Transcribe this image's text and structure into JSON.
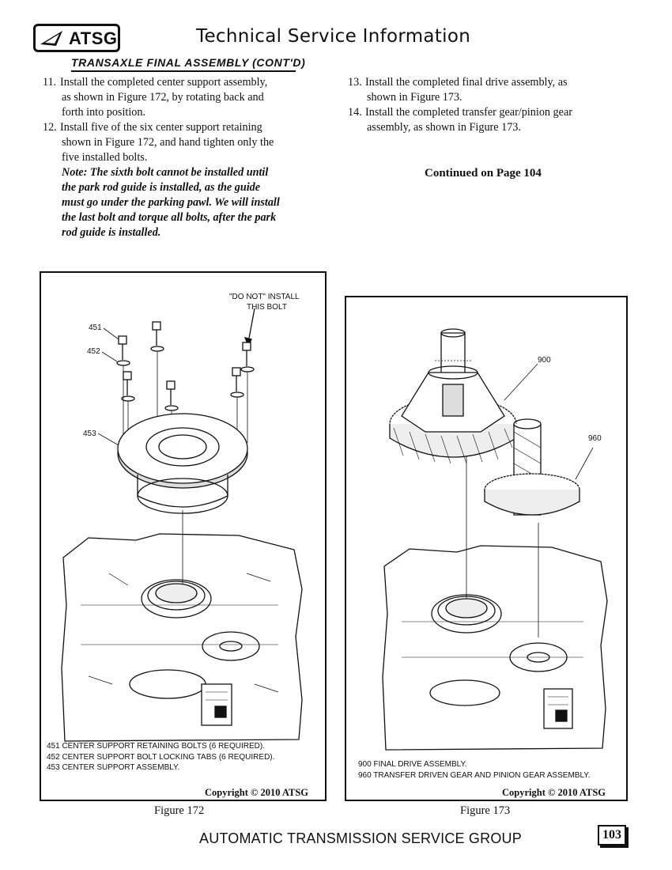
{
  "header": {
    "logo_text": "ATSG",
    "title": "Technical Service Information"
  },
  "section_title": "TRANSAXLE FINAL ASSEMBLY (CONT'D)",
  "steps_left": [
    {
      "num": "11.",
      "first": "Install the completed center support assembly,",
      "rest": [
        "as shown in Figure 172, by rotating  back and",
        "forth into position."
      ]
    },
    {
      "num": "12.",
      "first": "Install five of the six center support retaining",
      "rest": [
        "shown in Figure 172, and hand tighten only the",
        "five installed bolts."
      ]
    }
  ],
  "note_lines": [
    "Note: The sixth bolt cannot be installed until",
    "the park rod guide is installed, as the guide",
    "must go under the parking pawl. We will install",
    "the last bolt and torque all bolts, after the park",
    "rod guide is installed."
  ],
  "steps_right": [
    {
      "num": "13.",
      "first": "Install the completed final drive assembly, as",
      "rest": [
        "shown in Figure 173."
      ]
    },
    {
      "num": "14.",
      "first": "Install the completed transfer gear/pinion gear",
      "rest": [
        "assembly, as shown in Figure 173."
      ]
    }
  ],
  "continued": "Continued on Page 104",
  "figure172": {
    "callout_do_not": [
      "\"DO NOT\" INSTALL",
      "THIS BOLT"
    ],
    "labels": [
      "451",
      "452",
      "453"
    ],
    "legend": [
      "451  CENTER SUPPORT RETAINING BOLTS  (6 REQUIRED).",
      "452  CENTER SUPPORT BOLT LOCKING TABS  (6 REQUIRED).",
      "453  CENTER SUPPORT ASSEMBLY."
    ],
    "copyright": "Copyright © 2010 ATSG",
    "caption": "Figure 172"
  },
  "figure173": {
    "labels": [
      "900",
      "960"
    ],
    "legend": [
      "900  FINAL DRIVE ASSEMBLY.",
      "960  TRANSFER DRIVEN GEAR AND PINION GEAR ASSEMBLY."
    ],
    "copyright": "Copyright © 2010 ATSG",
    "caption": "Figure 173"
  },
  "footer": {
    "text": "AUTOMATIC TRANSMISSION SERVICE GROUP",
    "page": "103"
  }
}
